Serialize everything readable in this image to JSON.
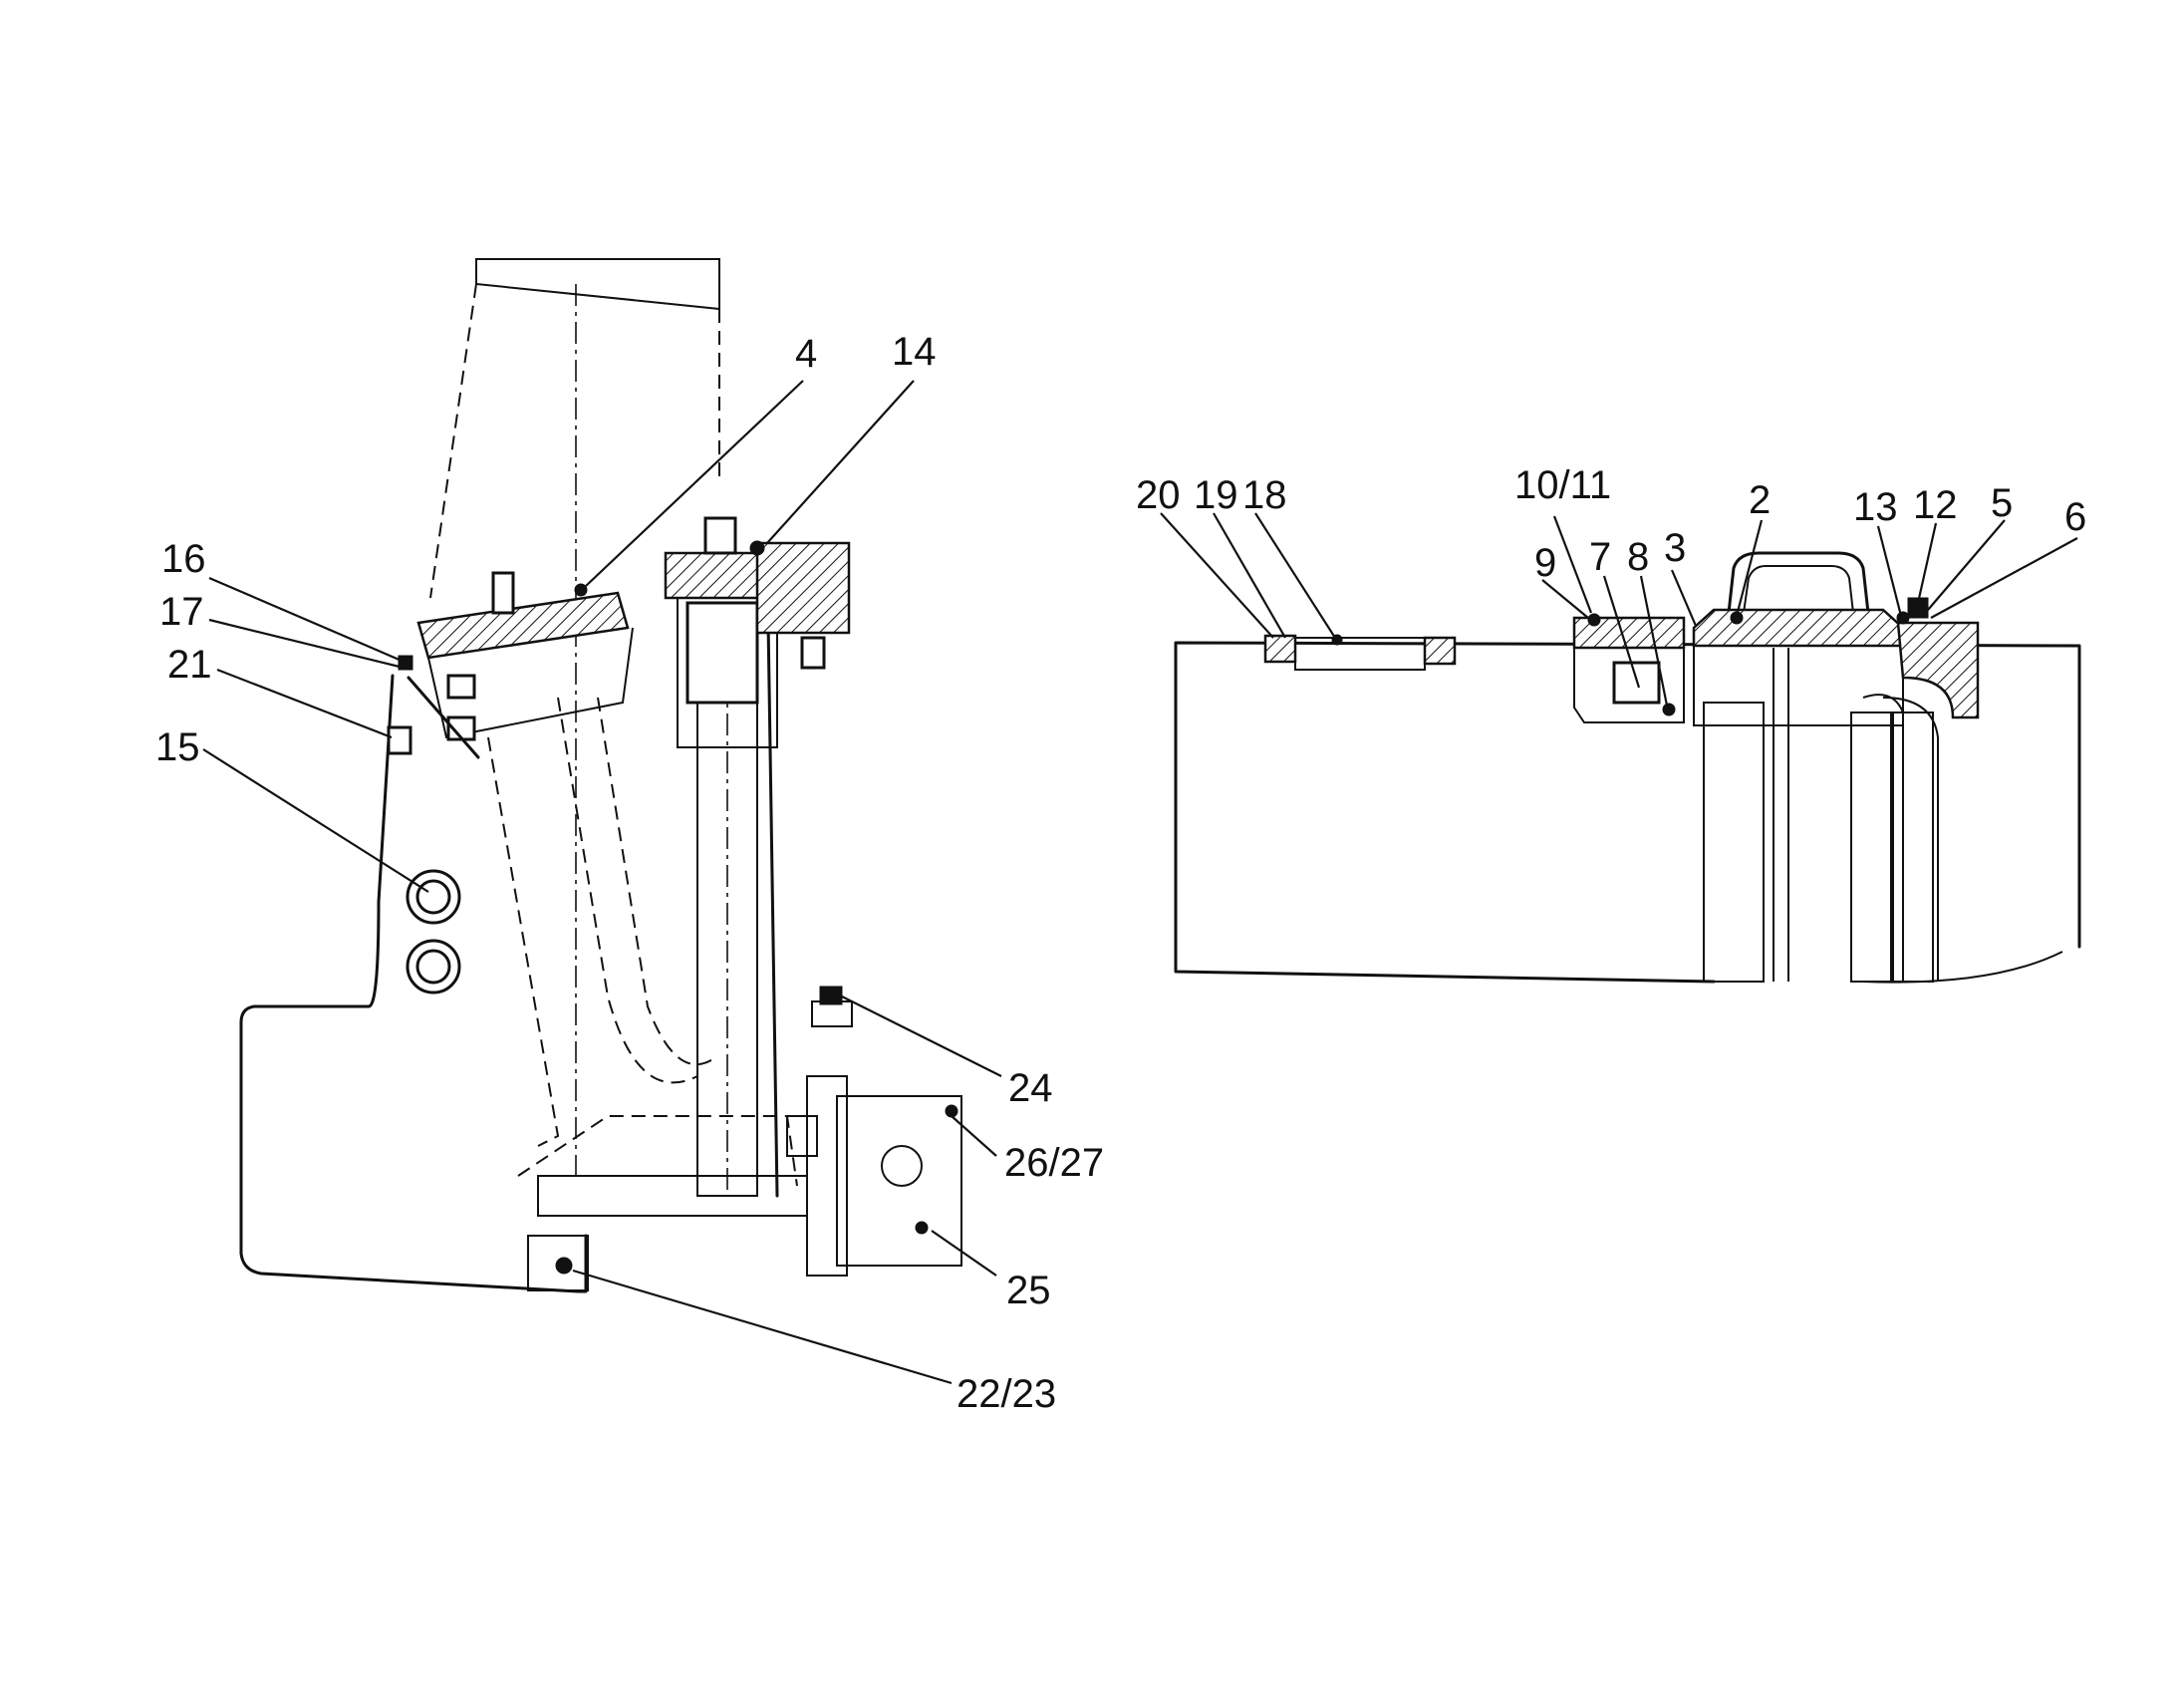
{
  "callouts": {
    "c4": "4",
    "c14": "14",
    "c16": "16",
    "c17": "17",
    "c21": "21",
    "c15": "15",
    "c24": "24",
    "c26_27": "26/27",
    "c25": "25",
    "c22_23": "22/23",
    "c20": "20",
    "c19": "19",
    "c18": "18",
    "c10_11": "10/11",
    "c9": "9",
    "c7": "7",
    "c8": "8",
    "c3": "3",
    "c2": "2",
    "c13": "13",
    "c12": "12",
    "c5": "5",
    "c6": "6"
  }
}
